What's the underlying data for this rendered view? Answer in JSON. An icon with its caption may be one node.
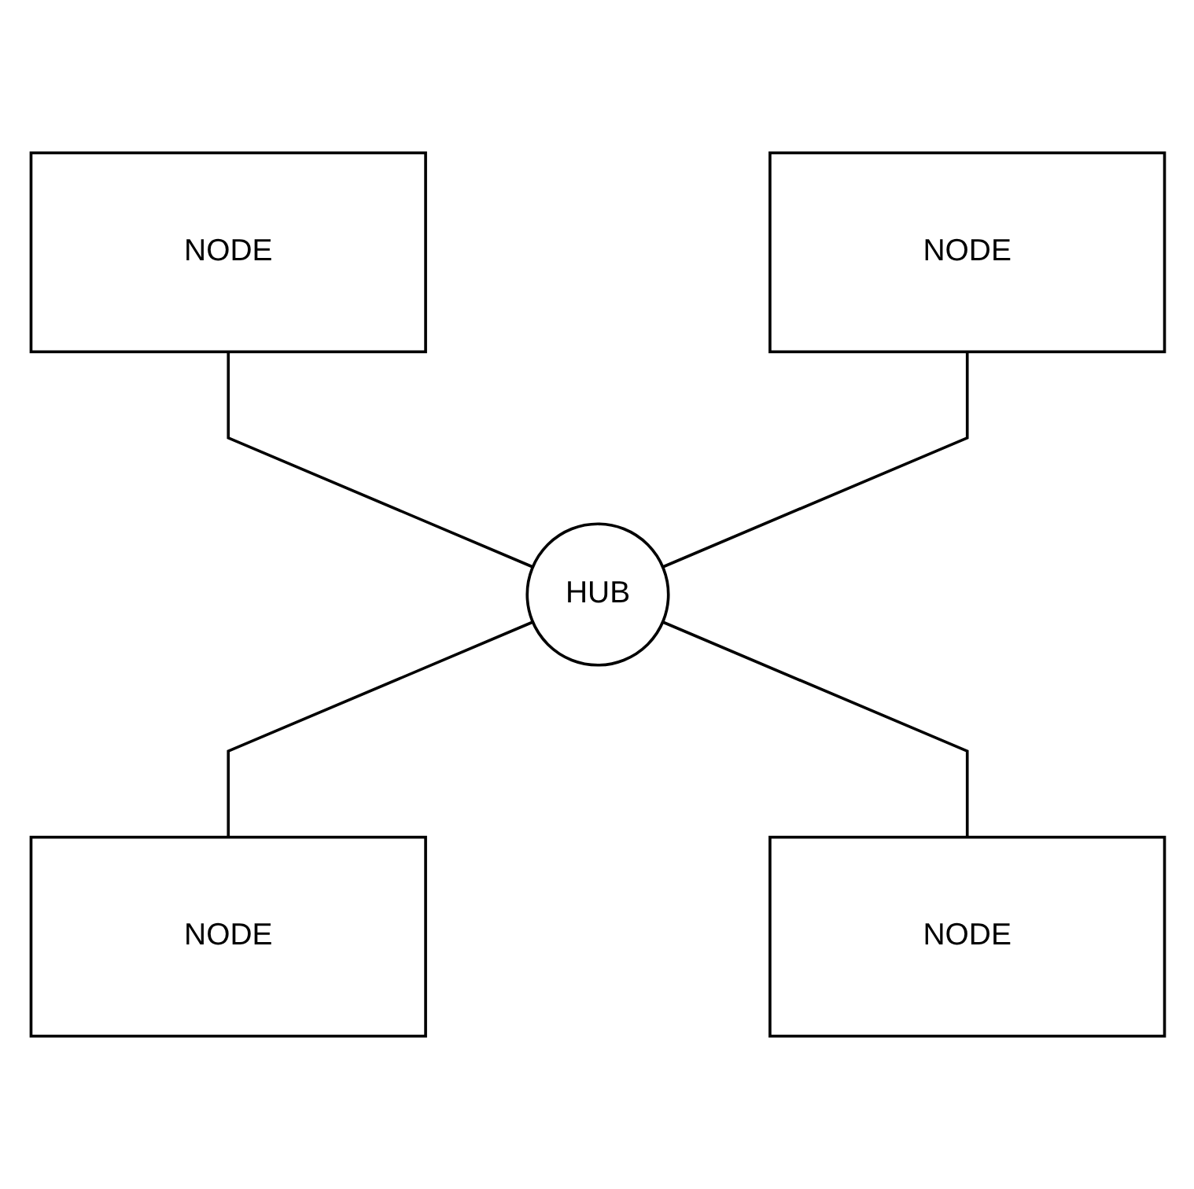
{
  "diagram": {
    "nodes": [
      {
        "text": [
          "NODE"
        ]
      },
      {
        "text": [
          "NODE"
        ]
      },
      {
        "text": [
          "HUB"
        ]
      },
      {
        "text": [
          "NODE"
        ]
      },
      {
        "text": [
          "NODE"
        ]
      }
    ],
    "edges": [
      {
        "from": 0,
        "to": 2,
        "arrow": "none"
      },
      {
        "from": 1,
        "to": 2,
        "arrow": "none"
      },
      {
        "from": 2,
        "to": 3,
        "arrow": "none"
      },
      {
        "from": 2,
        "to": 4,
        "arrow": "none"
      }
    ]
  }
}
